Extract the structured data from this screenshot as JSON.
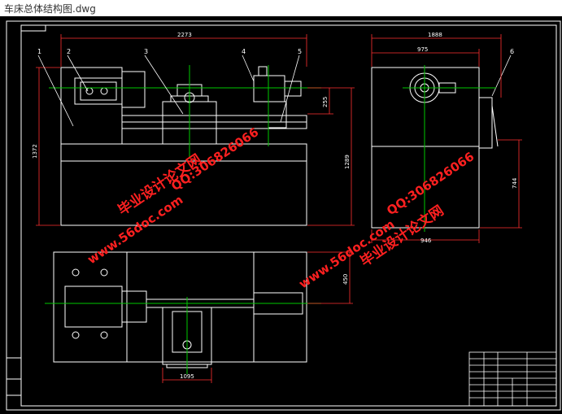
{
  "window": {
    "title": "车床总体结构图.dwg"
  },
  "drawing": {
    "colors": {
      "background": "#000000",
      "line": "#ffffff",
      "centerline": "#00c800",
      "dimension": "#ff3030",
      "watermark": "#ff2020"
    },
    "dims": {
      "d2273": "2273",
      "d1372": "1372",
      "d1289": "1289",
      "d255": "255",
      "d1888": "1888",
      "d975": "975",
      "d744": "744",
      "d946": "946",
      "d450": "450",
      "d1095": "1095"
    },
    "leaders": [
      "1",
      "2",
      "3",
      "4",
      "5",
      "6"
    ],
    "watermarks": {
      "site": "www.56doc.com",
      "qq": "QQ:306826066",
      "name": "毕业设计论文网"
    }
  }
}
